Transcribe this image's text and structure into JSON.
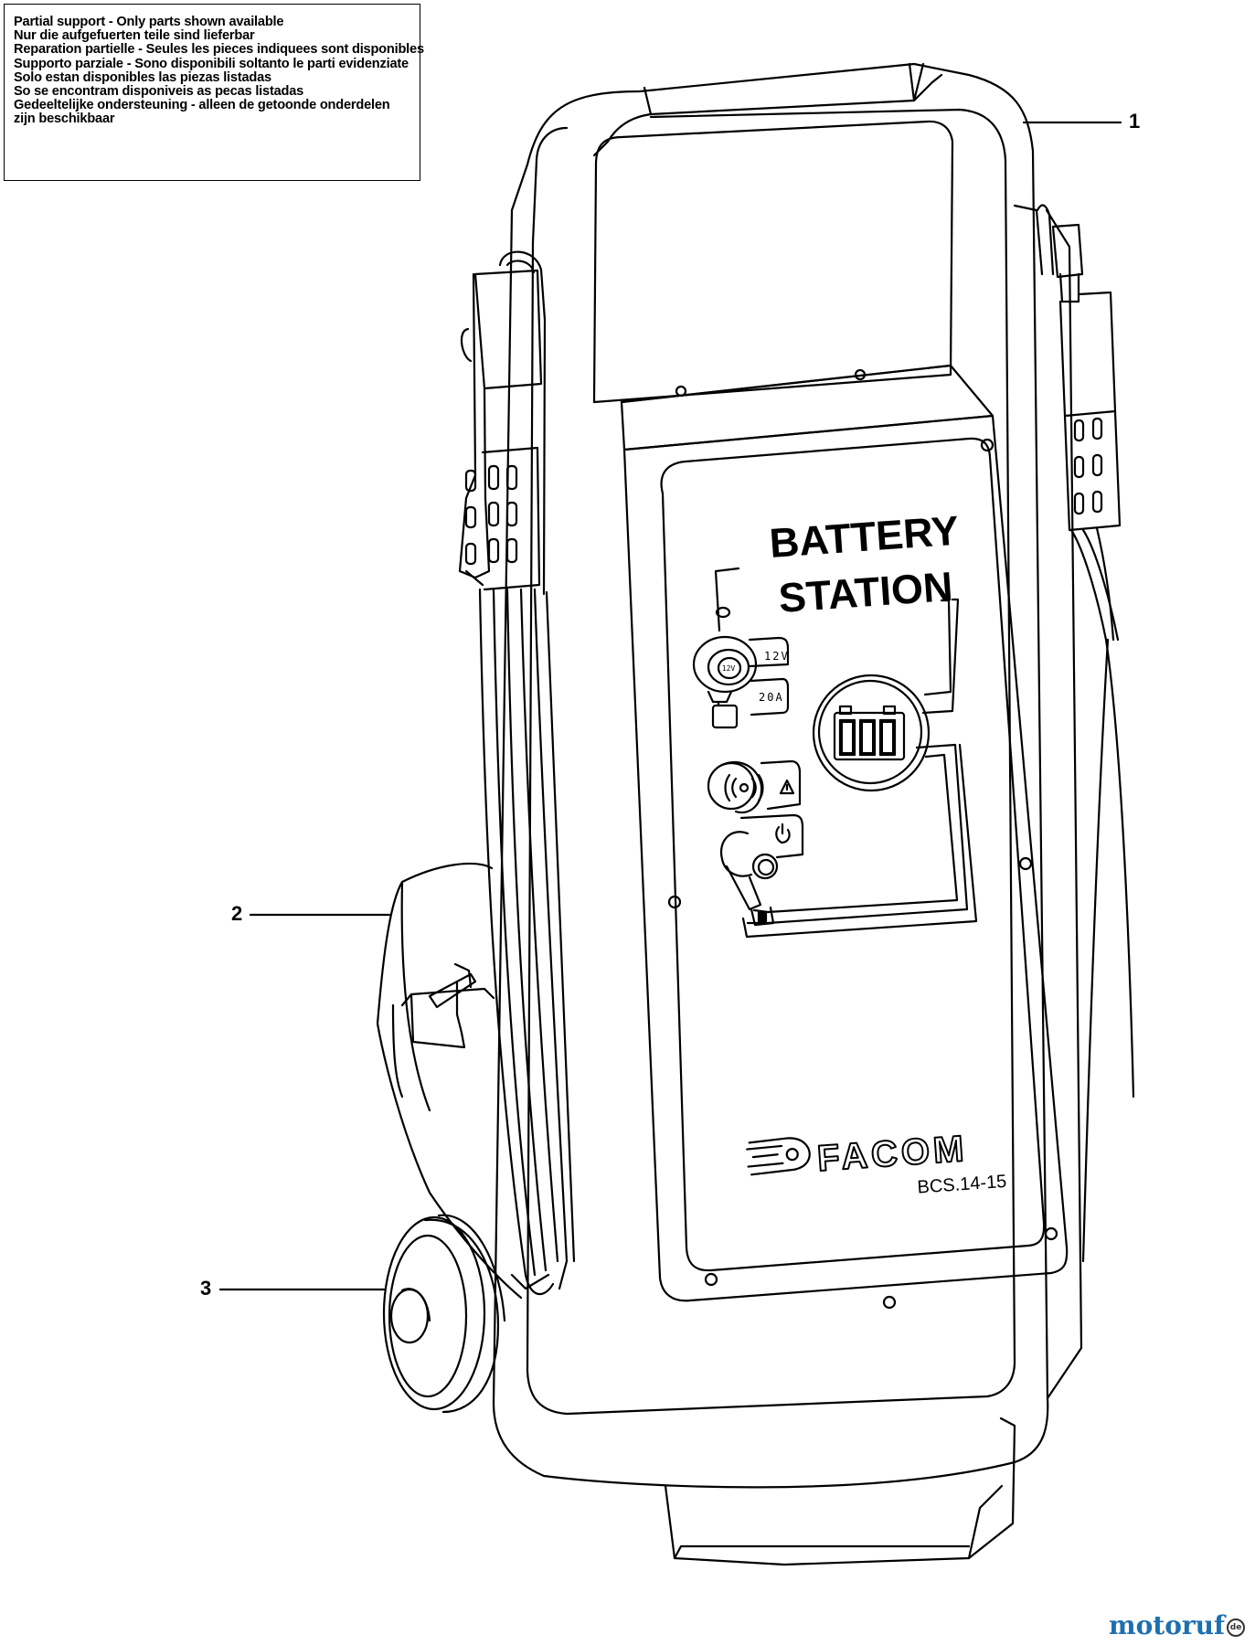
{
  "notice": {
    "lines": [
      "Partial support - Only parts shown available",
      "Nur die aufgefuerten teile sind lieferbar",
      "Reparation partielle - Seules les pieces indiquees sont disponibles",
      "Supporto parziale - Sono disponibili soltanto le parti evidenziate",
      "Solo estan disponibles las piezas listadas",
      "So se encontram disponiveis as pecas listadas",
      "Gedeeltelijke ondersteuning - alleen de getoonde onderdelen",
      "zijn beschikbaar"
    ]
  },
  "callouts": {
    "c1": "1",
    "c2": "2",
    "c3": "3"
  },
  "device": {
    "title_line1": "BATTERY",
    "title_line2": "STATION",
    "brand": "FACOM",
    "model": "BCS.14-15",
    "socket_label": "12V",
    "tag_voltage": "12V",
    "tag_current": "20A"
  },
  "watermark": {
    "text": "motoruf",
    "mark": "de"
  },
  "colors": {
    "line": "#000000",
    "background": "#ffffff",
    "watermark": "#1d6fb0"
  }
}
